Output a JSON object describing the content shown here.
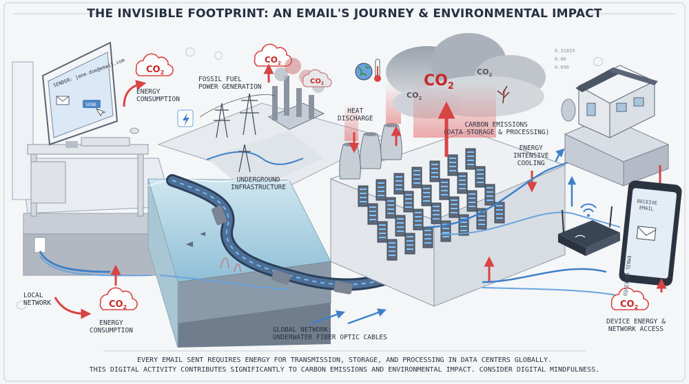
{
  "title": "THE INVISIBLE FOOTPRINT: AN EMAIL'S JOURNEY & ENVIRONMENTAL IMPACT",
  "co2_label": "CO2",
  "labels": {
    "energy_consumption_top": [
      "ENERGY",
      "CONSUMPTION"
    ],
    "fossil_fuel": [
      "FOSSIL FUEL",
      "POWER GENERATION"
    ],
    "heat_discharge": [
      "HEAT",
      "DISCHARGE"
    ],
    "carbon_emissions": [
      "CARBON EMISSIONS",
      "(DATA STORAGE & PROCESSING)"
    ],
    "energy_cooling": [
      "ENERGY",
      "INTENSIVE",
      "COOLING"
    ],
    "underground": [
      "UNDERGROUND",
      "INFRASTRUCTURE"
    ],
    "local_network": [
      "LOCAL",
      "NETWORK"
    ],
    "energy_consumption_bottom": [
      "ENERGY",
      "CONSUMPTION"
    ],
    "global_network": [
      "GLOBAL NETWORK:",
      "UNDERWATER FIBER OPTIC CABLES"
    ],
    "device_energy": [
      "DEVICE ENERGY &",
      "NETWORK ACCESS"
    ]
  },
  "screen": {
    "sender": "SENDER: jane.doe@email.com",
    "send_button": "SEND"
  },
  "phone": {
    "top_text": [
      "RECEIVE",
      "EMAIL"
    ],
    "side_text": "EMAIL RECEIVED"
  },
  "decor_numbers": [
    "8.31819",
    "0.06",
    "0.096"
  ],
  "footer": [
    "EVERY EMAIL SENT REQUIRES ENERGY FOR TRANSMISSION, STORAGE, AND PROCESSING IN DATA CENTERS GLOBALLY.",
    "THIS DIGITAL ACTIVITY CONTRIBUTES SIGNIFICANTLY TO CARBON EMISSIONS AND ENVIRONMENTAL IMPACT. CONSIDER DIGITAL MINDFULNESS."
  ],
  "colors": {
    "accent_red": "#d84343",
    "cable_blue": "#3f7fc8",
    "water": "#bcdcea",
    "ink": "#2b3340"
  }
}
